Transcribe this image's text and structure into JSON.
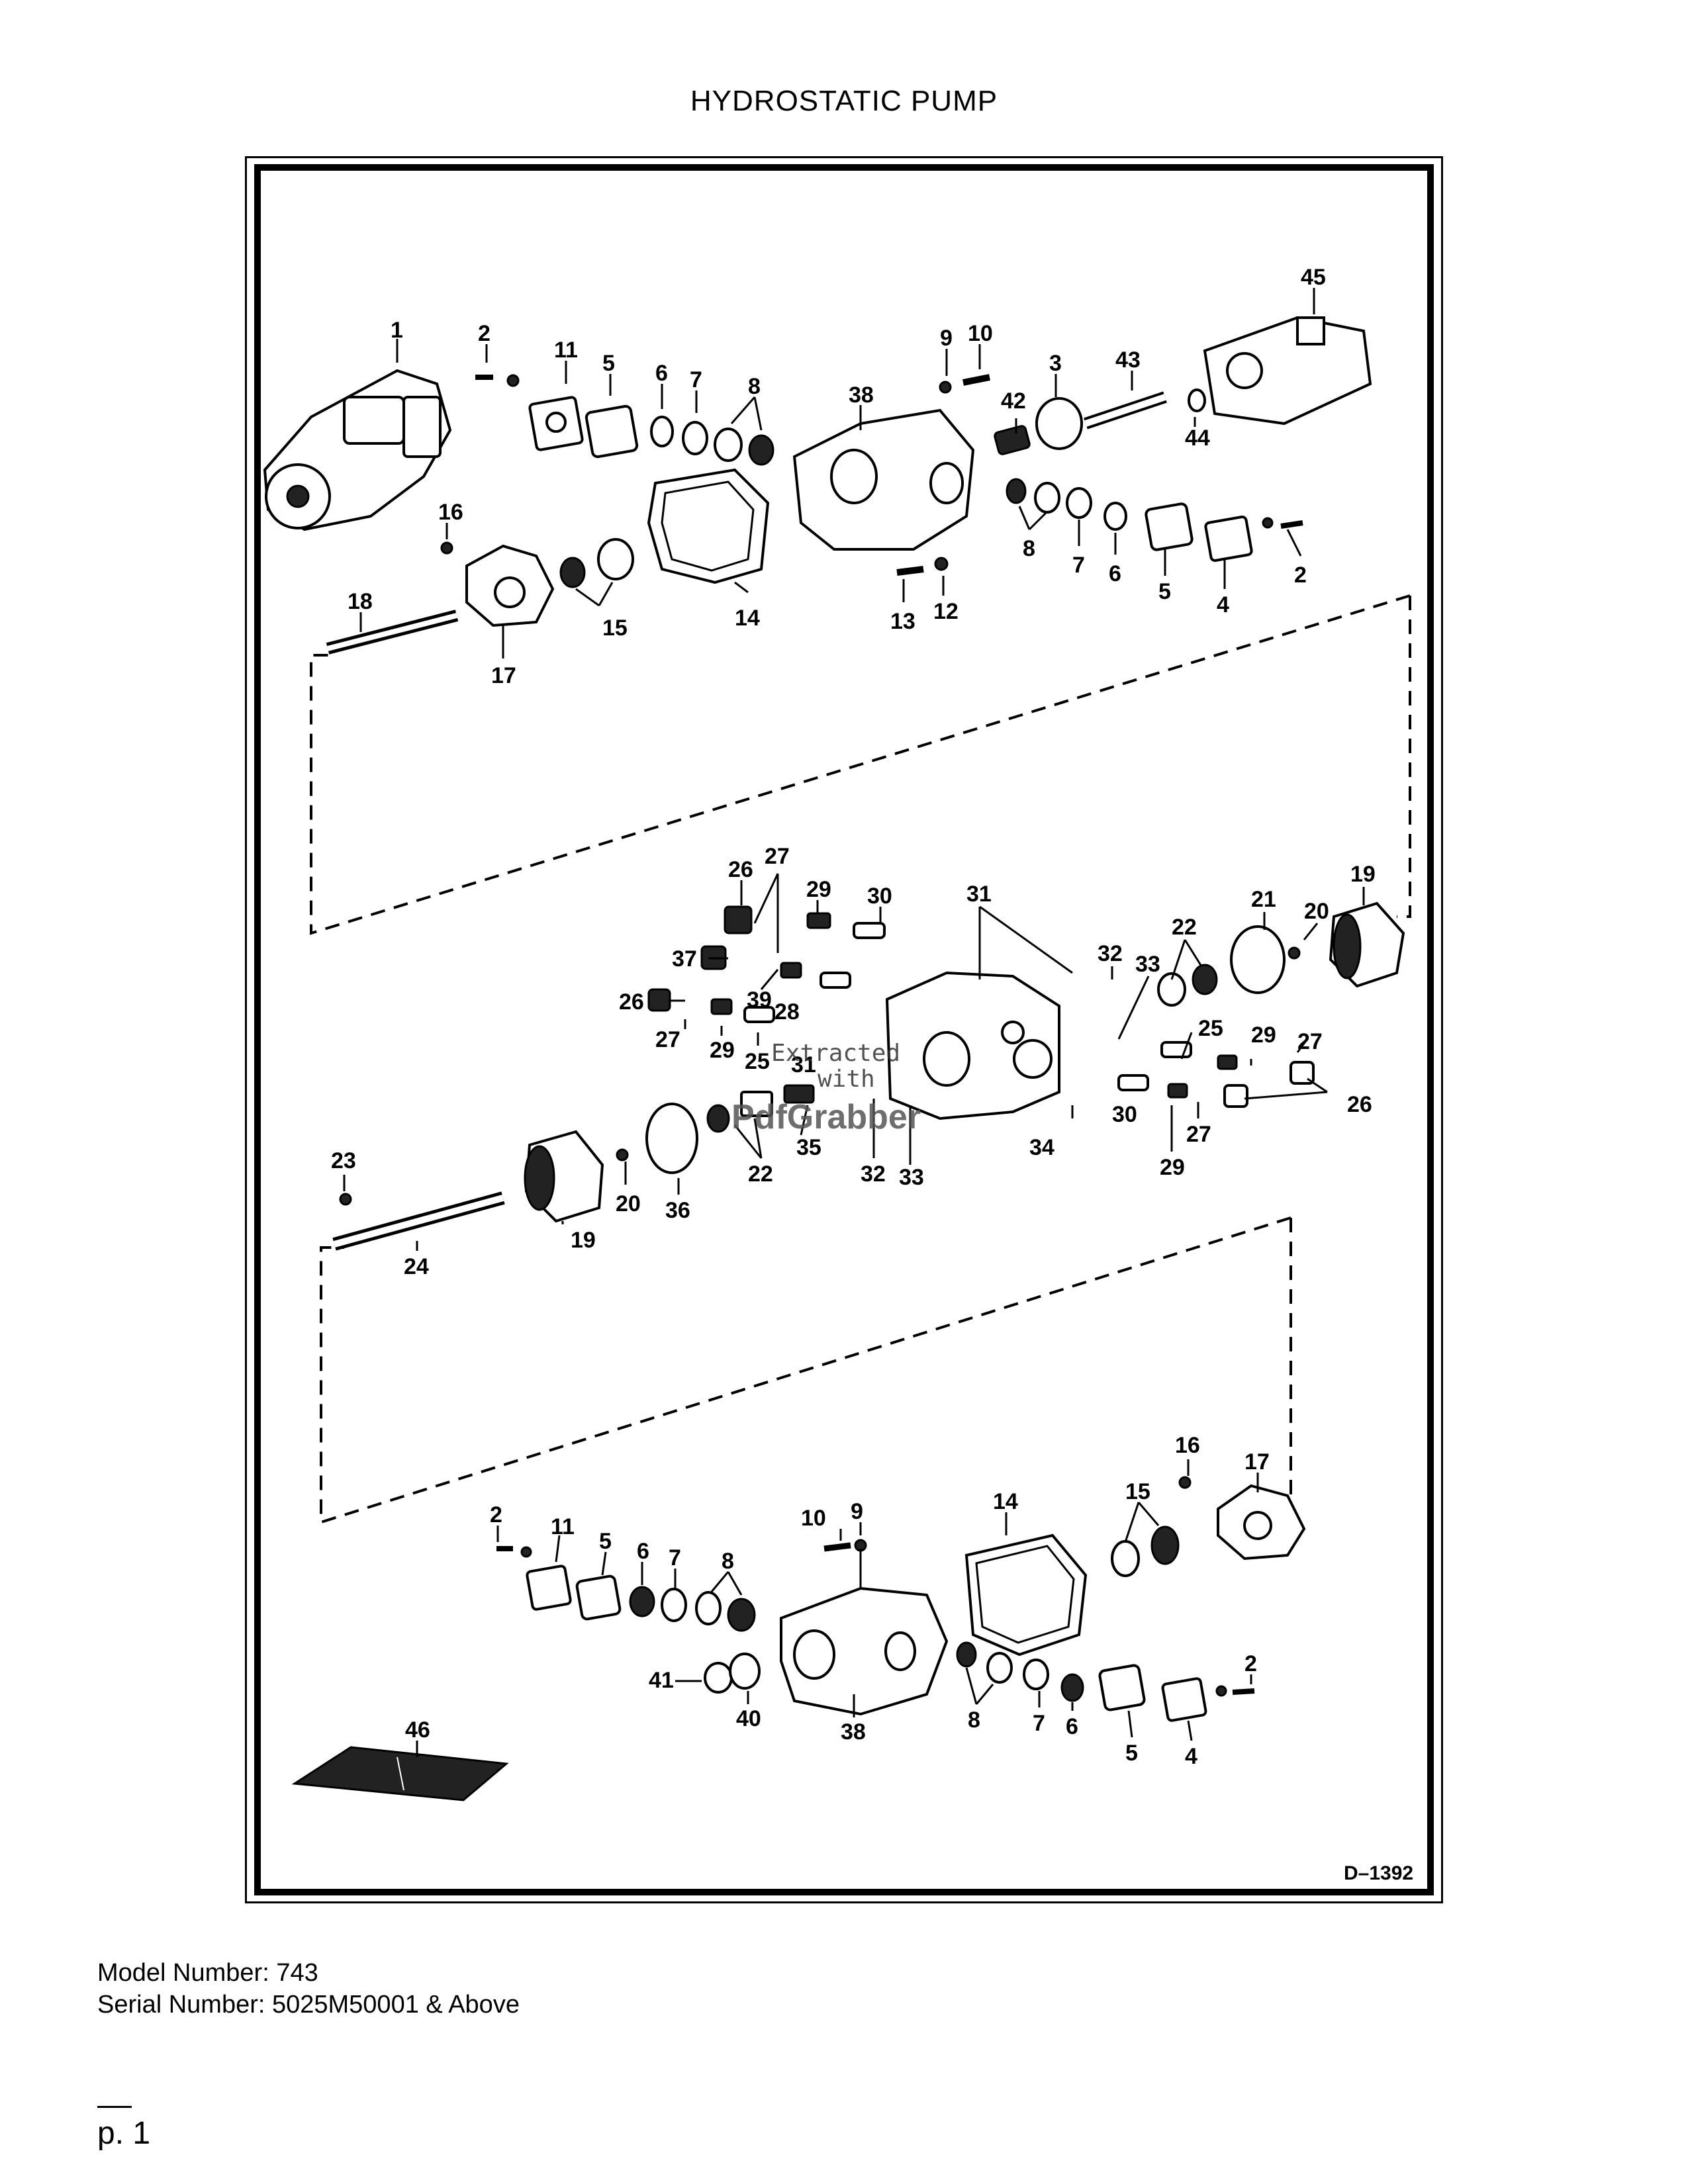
{
  "title": "HYDROSTATIC PUMP",
  "diagram": {
    "code": "D–1392",
    "labels": [
      "1",
      "2",
      "3",
      "4",
      "5",
      "6",
      "7",
      "8",
      "9",
      "10",
      "11",
      "12",
      "13",
      "14",
      "15",
      "16",
      "17",
      "18",
      "19",
      "20",
      "21",
      "22",
      "23",
      "24",
      "25",
      "26",
      "27",
      "28",
      "29",
      "30",
      "31",
      "32",
      "33",
      "34",
      "35",
      "36",
      "37",
      "38",
      "39",
      "40",
      "41",
      "42",
      "43",
      "44",
      "45",
      "46"
    ],
    "watermark": [
      "Extracted",
      "with",
      "PdfGrabber"
    ]
  },
  "footer": {
    "model": "Model Number: 743",
    "serial": "Serial Number: 5025M50001 & Above",
    "page": "p. 1"
  }
}
